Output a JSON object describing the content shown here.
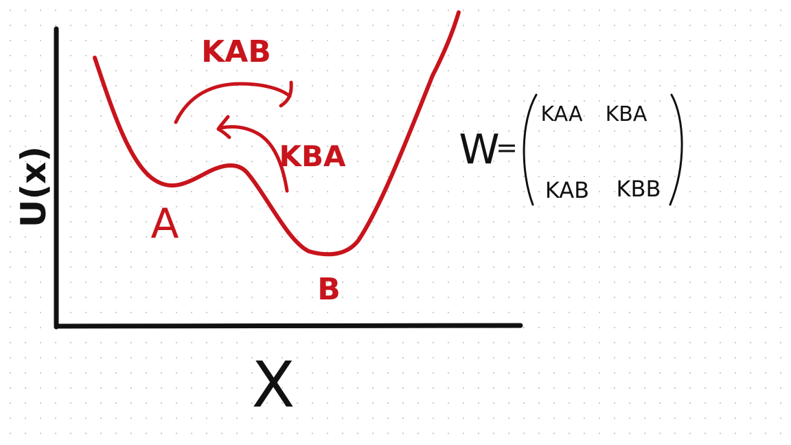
{
  "colors": {
    "ink": "#111111",
    "curve": "#c8141c"
  },
  "axes": {
    "y_label": "U(x)",
    "x_label": "X"
  },
  "states": {
    "a_label": "A",
    "b_label": "B"
  },
  "transitions": {
    "forward_label": "KAB",
    "backward_label": "KBA"
  },
  "matrix": {
    "lhs": "W",
    "equals": "=",
    "rows": [
      [
        "KAA",
        "KBA"
      ],
      [
        "KAB",
        "KBB"
      ]
    ]
  }
}
